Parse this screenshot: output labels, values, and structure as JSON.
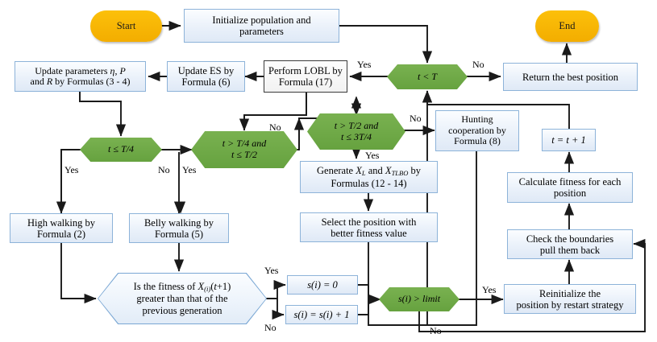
{
  "diagram": {
    "title": "Algorithm flowchart",
    "colors": {
      "terminator_fill": "#f3ad00",
      "decision_green": "#6aa745",
      "process_border": "#8db3d9",
      "process_fill": "#eaf1fa",
      "edge": "#1a1a1a"
    }
  },
  "nodes": {
    "start": "Start",
    "end": "End",
    "initialize": "Initialize  population and parameters",
    "update_params": "Update parameters η, P and R by Formulas (3 - 4)",
    "update_es": "Update ES by Formula (6)",
    "perform_lobl": "Perform LOBL by Formula (17)",
    "t_lt_T": "t < T",
    "return_best": "Return the best position",
    "t_le_T4": "t ≤ T/4",
    "t_gt_T4": "t > T/4 and t ≤ T/2",
    "t_gt_T2": "t > T/2 and t ≤ 3T/4",
    "hunting": "Hunting cooperation by Formula (8)",
    "generate_x": "Generate X_L and X_TLBO by Formulas (12 - 14)",
    "select_pos": "Select the position with better fitness value",
    "high_walking": "High walking by Formula (2)",
    "belly_walking": "Belly walking by Formula (5)",
    "fitness_question": "Is the fitness of X_(i)(t+1) greater than that of the previous generation",
    "s_reset": "s(i) = 0",
    "s_increment": "s(i) = s(i) + 1",
    "s_gt_limit": "s(i) > limit",
    "reinitialize": "Reinitialize the position by restart strategy",
    "check_boundaries": "Check the boundaries pull them back",
    "calc_fitness": "Calculate fitness for each position",
    "t_increment": "t = t + 1"
  },
  "node_lines": {
    "initialize": [
      "Initialize  population and",
      "parameters"
    ],
    "update_params_l1a": "Update parameters ",
    "update_params_eta": "η",
    "update_params_l1b": ", ",
    "update_params_P": "P",
    "update_params_l2a": "and ",
    "update_params_R": "R",
    "update_params_l2b": " by Formulas (3 - 4)",
    "update_es": [
      "Update ES by",
      "Formula (6)"
    ],
    "perform_lobl": [
      "Perform LOBL by",
      "Formula (17)"
    ],
    "hunting": [
      "Hunting",
      "cooperation by",
      "Formula (8)"
    ],
    "generate_x_l2": "Formulas (12 - 14)",
    "select_pos": [
      "Select the position with",
      "better fitness value"
    ],
    "high_walking": [
      "High walking by",
      "Formula (2)"
    ],
    "belly_walking": [
      "Belly walking by",
      "Formula (5)"
    ],
    "fitness_l2": "greater than that of the",
    "fitness_l3": "previous generation",
    "reinitialize": [
      "Reinitialize the",
      "position by restart strategy"
    ],
    "check_boundaries": [
      "Check the boundaries",
      "pull them back"
    ],
    "calc_fitness": [
      "Calculate fitness for each",
      "position"
    ],
    "t_gt_T4": [
      "t > T/4 and",
      "t ≤ T/2"
    ],
    "t_gt_T2": [
      "t > T/2 and",
      "t ≤ 3T/4"
    ]
  },
  "edge_labels": {
    "yes_tT": "Yes",
    "no_tT": "No",
    "yes_T4": "Yes",
    "no_T4": "No",
    "yes_T42": "Yes",
    "no_T42": "No",
    "yes_T2": "Yes",
    "no_T2": "No",
    "yes_fitness": "Yes",
    "no_fitness": "No",
    "yes_limit": "Yes",
    "no_limit": "No"
  }
}
